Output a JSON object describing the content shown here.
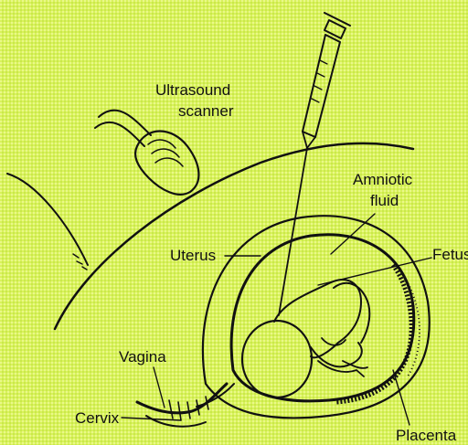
{
  "labels": {
    "scanner_line1": "Ultrasound",
    "scanner_line2": "scanner",
    "fluid_line1": "Amniotic",
    "fluid_line2": "fluid",
    "uterus": "Uterus",
    "fetus": "Fetus",
    "vagina": "Vagina",
    "cervix": "Cervix",
    "placenta": "Placenta"
  },
  "colors": {
    "background": "#d9f25c",
    "ink": "#111111"
  }
}
